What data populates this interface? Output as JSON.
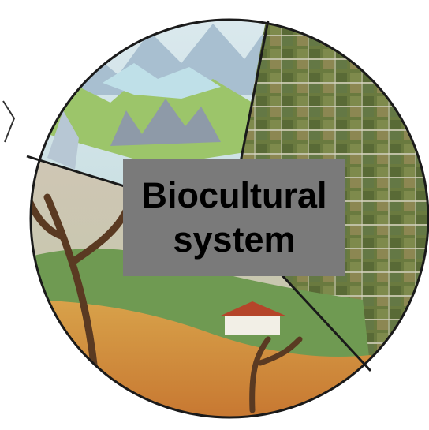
{
  "center_label": {
    "line1": "Biocultural",
    "line2": "system"
  },
  "segments": [
    {
      "name": "mountain-landscape",
      "fill": "#8fb07a"
    },
    {
      "name": "agricultural-fields",
      "fill": "#6f7d47"
    },
    {
      "name": "rural-farmland-painting",
      "fill": "#c98a3e"
    }
  ],
  "colors": {
    "outline": "#1a1a1a",
    "box": "#7a7a7a",
    "text": "#000000"
  }
}
